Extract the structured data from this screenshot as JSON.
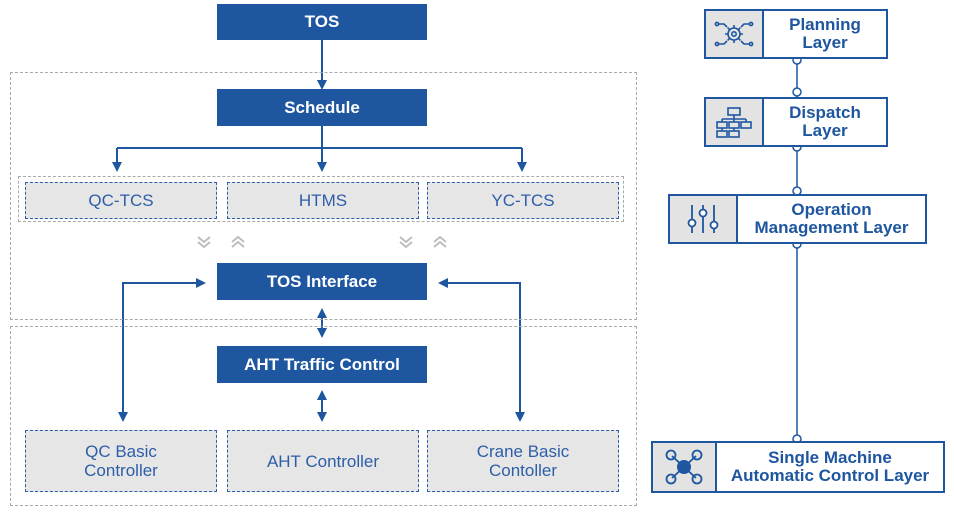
{
  "architecture": {
    "tos": "TOS",
    "schedule": "Schedule",
    "tcs": [
      "QC-TCS",
      "HTMS",
      "YC-TCS"
    ],
    "tos_interface": "TOS Interface",
    "aht_traffic": "AHT Traffic Control",
    "controllers": [
      "QC Basic\nController",
      "AHT Controller",
      "Crane Basic\nContoller"
    ]
  },
  "layers": [
    {
      "label": "Planning\nLayer",
      "icon": "gear-network-icon"
    },
    {
      "label": "Dispatch\nLayer",
      "icon": "hierarchy-icon"
    },
    {
      "label": "Operation\nManagement Layer",
      "icon": "sliders-icon"
    },
    {
      "label": "Single Machine\nAutomatic Control Layer",
      "icon": "drone-icon"
    }
  ],
  "colors": {
    "primary": "#1e56a0",
    "box_fill": "#e6e6e6",
    "group_border": "#a9a9a9"
  }
}
